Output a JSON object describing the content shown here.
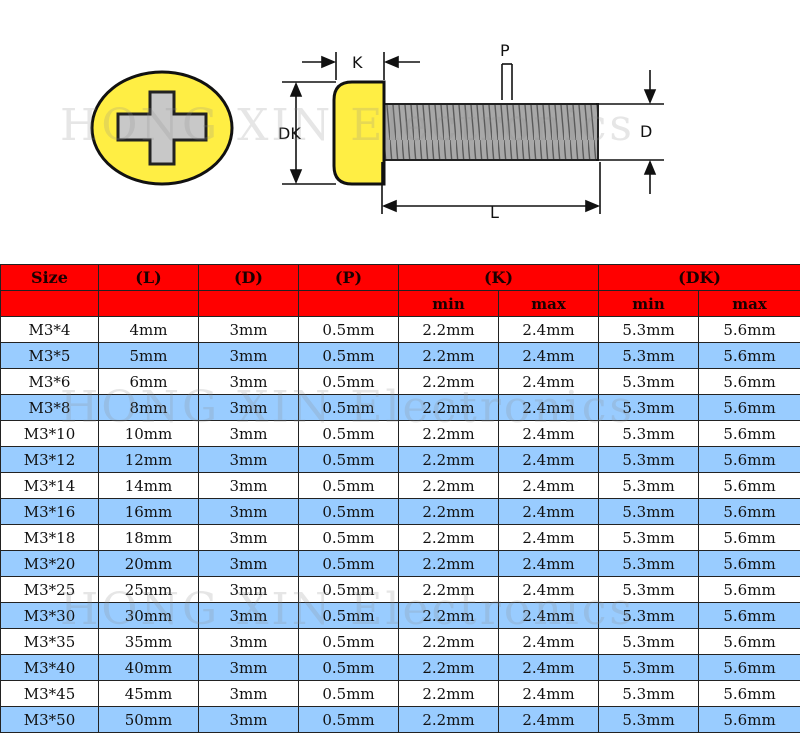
{
  "diagram": {
    "labels": {
      "k": "K",
      "p": "P",
      "dk": "DK",
      "d": "D",
      "l": "L"
    },
    "colors": {
      "head": "#ffee44",
      "thread": "#909090",
      "outline": "#111111"
    }
  },
  "watermark": "HONG XIN Electronics",
  "table": {
    "colors": {
      "header": "#ff0000",
      "row_alt": "#99ccff",
      "row_plain": "#ffffff"
    },
    "header": {
      "size": "Size",
      "l": "(L)",
      "d": "(D)",
      "p": "(P)",
      "k": "(K)",
      "dk": "(DK)",
      "k_min": "min",
      "k_max": "max",
      "dk_min": "min",
      "dk_max": "max"
    },
    "rows": [
      {
        "size": "M3*4",
        "l": "4mm",
        "d": "3mm",
        "p": "0.5mm",
        "kmin": "2.2mm",
        "kmax": "2.4mm",
        "dkmin": "5.3mm",
        "dkmax": "5.6mm"
      },
      {
        "size": "M3*5",
        "l": "5mm",
        "d": "3mm",
        "p": "0.5mm",
        "kmin": "2.2mm",
        "kmax": "2.4mm",
        "dkmin": "5.3mm",
        "dkmax": "5.6mm"
      },
      {
        "size": "M3*6",
        "l": "6mm",
        "d": "3mm",
        "p": "0.5mm",
        "kmin": "2.2mm",
        "kmax": "2.4mm",
        "dkmin": "5.3mm",
        "dkmax": "5.6mm"
      },
      {
        "size": "M3*8",
        "l": "8mm",
        "d": "3mm",
        "p": "0.5mm",
        "kmin": "2.2mm",
        "kmax": "2.4mm",
        "dkmin": "5.3mm",
        "dkmax": "5.6mm"
      },
      {
        "size": "M3*10",
        "l": "10mm",
        "d": "3mm",
        "p": "0.5mm",
        "kmin": "2.2mm",
        "kmax": "2.4mm",
        "dkmin": "5.3mm",
        "dkmax": "5.6mm"
      },
      {
        "size": "M3*12",
        "l": "12mm",
        "d": "3mm",
        "p": "0.5mm",
        "kmin": "2.2mm",
        "kmax": "2.4mm",
        "dkmin": "5.3mm",
        "dkmax": "5.6mm"
      },
      {
        "size": "M3*14",
        "l": "14mm",
        "d": "3mm",
        "p": "0.5mm",
        "kmin": "2.2mm",
        "kmax": "2.4mm",
        "dkmin": "5.3mm",
        "dkmax": "5.6mm"
      },
      {
        "size": "M3*16",
        "l": "16mm",
        "d": "3mm",
        "p": "0.5mm",
        "kmin": "2.2mm",
        "kmax": "2.4mm",
        "dkmin": "5.3mm",
        "dkmax": "5.6mm"
      },
      {
        "size": "M3*18",
        "l": "18mm",
        "d": "3mm",
        "p": "0.5mm",
        "kmin": "2.2mm",
        "kmax": "2.4mm",
        "dkmin": "5.3mm",
        "dkmax": "5.6mm"
      },
      {
        "size": "M3*20",
        "l": "20mm",
        "d": "3mm",
        "p": "0.5mm",
        "kmin": "2.2mm",
        "kmax": "2.4mm",
        "dkmin": "5.3mm",
        "dkmax": "5.6mm"
      },
      {
        "size": "M3*25",
        "l": "25mm",
        "d": "3mm",
        "p": "0.5mm",
        "kmin": "2.2mm",
        "kmax": "2.4mm",
        "dkmin": "5.3mm",
        "dkmax": "5.6mm"
      },
      {
        "size": "M3*30",
        "l": "30mm",
        "d": "3mm",
        "p": "0.5mm",
        "kmin": "2.2mm",
        "kmax": "2.4mm",
        "dkmin": "5.3mm",
        "dkmax": "5.6mm"
      },
      {
        "size": "M3*35",
        "l": "35mm",
        "d": "3mm",
        "p": "0.5mm",
        "kmin": "2.2mm",
        "kmax": "2.4mm",
        "dkmin": "5.3mm",
        "dkmax": "5.6mm"
      },
      {
        "size": "M3*40",
        "l": "40mm",
        "d": "3mm",
        "p": "0.5mm",
        "kmin": "2.2mm",
        "kmax": "2.4mm",
        "dkmin": "5.3mm",
        "dkmax": "5.6mm"
      },
      {
        "size": "M3*45",
        "l": "45mm",
        "d": "3mm",
        "p": "0.5mm",
        "kmin": "2.2mm",
        "kmax": "2.4mm",
        "dkmin": "5.3mm",
        "dkmax": "5.6mm"
      },
      {
        "size": "M3*50",
        "l": "50mm",
        "d": "3mm",
        "p": "0.5mm",
        "kmin": "2.2mm",
        "kmax": "2.4mm",
        "dkmin": "5.3mm",
        "dkmax": "5.6mm"
      }
    ]
  }
}
